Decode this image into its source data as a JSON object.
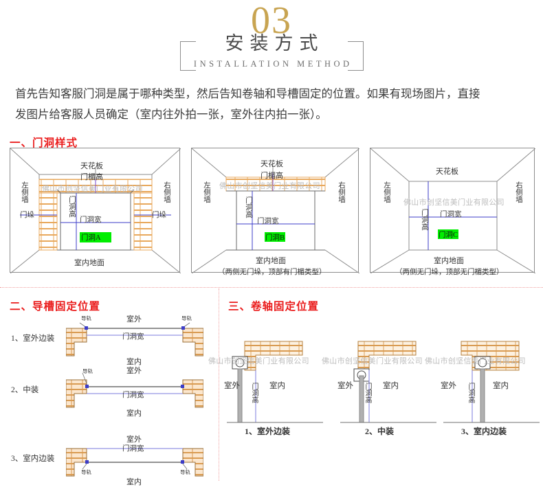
{
  "header": {
    "number": "03",
    "title_cn": "安装方式",
    "title_en": "INSTALLATION METHOD"
  },
  "intro": {
    "line1": "首先告知客服门洞是属于哪种类型，然后告知卷轴和导槽固定的位置。如果有现场图片，直接",
    "line2": "发图片给客服人员确定（室内往外拍一张，室外往内拍一张）。"
  },
  "sections": {
    "one": {
      "heading": "一、门洞样式"
    },
    "two": {
      "heading": "二、导槽固定位置"
    },
    "three": {
      "heading": "三、卷轴固定位置"
    }
  },
  "watermark": "佛山市创坚信美门业有限公司",
  "labels": {
    "ceiling": "天花板",
    "lintel_height": "门楣高",
    "left_wall": "左侧墙",
    "right_wall": "右侧墙",
    "pier": "门垛",
    "opening_width": "门洞宽",
    "opening_height": "门洞高",
    "indoor_floor": "室内地面",
    "outdoor": "室外",
    "indoor": "室内",
    "rail": "导轨"
  },
  "openings": [
    {
      "tag": "门洞A",
      "caption": ""
    },
    {
      "tag": "门洞B",
      "caption": "（两侧无门垛，顶部有门楣类型）"
    },
    {
      "tag": "门洞C",
      "caption": "（两侧无门垛，顶部无门楣类型）"
    }
  ],
  "rail_positions": [
    {
      "index": "1、室外边装"
    },
    {
      "index": "2、中装"
    },
    {
      "index": "3、室内边装"
    }
  ],
  "roller_positions": [
    {
      "caption": "1、室外边装"
    },
    {
      "caption": "2、中装"
    },
    {
      "caption": "3、室内边装"
    }
  ],
  "colors": {
    "accent_red": "#ea1c1c",
    "gold": "#c8a451",
    "brick": "#e8a85c",
    "blue_dim": "#3c3cc8",
    "highlight_green": "#00ee00",
    "gray_line": "#8c8c8c"
  }
}
